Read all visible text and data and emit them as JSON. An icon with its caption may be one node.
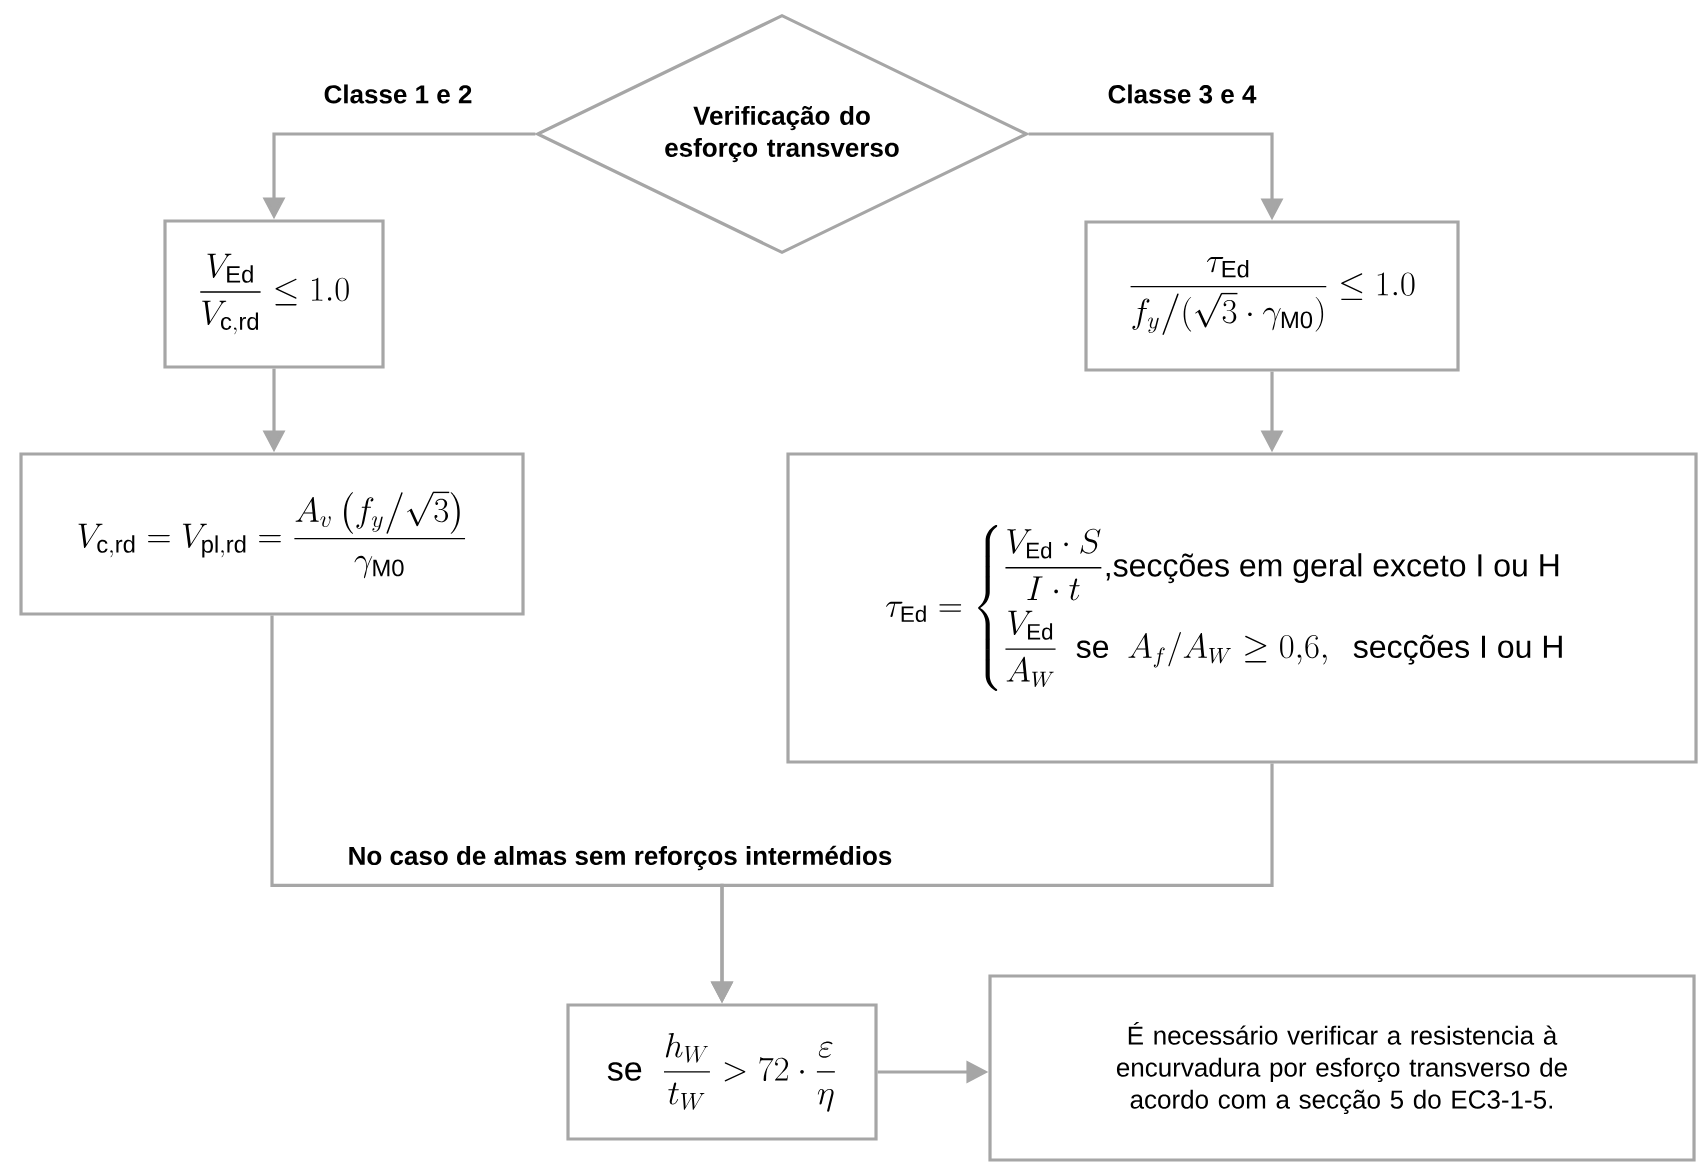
{
  "diagram": {
    "nodes": [
      {
        "text": [
          "Verificação do esforço transverso"
        ]
      },
      {
        "text": [
          "\\dfrac{V_{\\mathrm{Ed}}}{V_{\\mathrm{c,rd}}}\\leq 1.0"
        ]
      },
      {
        "text": [
          "\\dfrac{\\tau_{\\mathrm{Ed}}}{f_{y}\\big/(\\sqrt{3}\\cdot\\gamma_{\\mathrm{M0}})}\\leq 1.0"
        ]
      },
      {
        "text": [
          "V_{\\mathrm{c,rd}} = V_{\\mathrm{pl,rd}} = \\dfrac{A_{v}\\left(f_{y}\\big/\\sqrt{3}\\right)}{\\gamma_{\\mathrm{M0}}}"
        ]
      },
      {
        "text": [
          "\\tau_{\\mathrm{Ed}} = \\begin{cases} \\dfrac{V_{\\mathrm{Ed}}\\cdot S}{I\\cdot t}\\text{,secções em geral exceto I ou H} \\\\[10pt] \\dfrac{V_{\\mathrm{Ed}}}{A_{W}}\\ \\text{ se }\\ A_{f}/A_{W}\\geq 0{,}6,\\ \\text{ secções I ou H} \\end{cases}"
        ]
      },
      {
        "text": [
          "\\text{se }\\ \\dfrac{h_{W}}{t_{W}} > 72\\cdot\\dfrac{\\varepsilon}{\\eta}"
        ]
      },
      {
        "text": [
          "É necessário verificar a resistencia à encurvadura por esforço transverso de acordo com a secção 5 do EC3-1-5."
        ]
      }
    ],
    "edges": [
      {
        "from": 0,
        "to": 1,
        "arrow": "to",
        "label": "Classe 1 e 2"
      },
      {
        "from": 0,
        "to": 2,
        "arrow": "to",
        "label": "Classe 3 e 4"
      },
      {
        "from": 1,
        "to": 3,
        "arrow": "to"
      },
      {
        "from": 2,
        "to": 4,
        "arrow": "to"
      },
      {
        "from": 3,
        "to": 5,
        "arrow": "to",
        "label": "No caso de almas sem reforços intermédios"
      },
      {
        "from": 4,
        "to": 5,
        "arrow": "to"
      },
      {
        "from": 5,
        "to": 6,
        "arrow": "to"
      }
    ]
  }
}
